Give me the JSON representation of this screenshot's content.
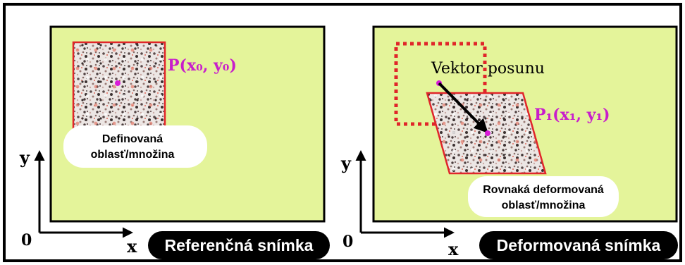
{
  "colors": {
    "background": "#ffffff",
    "frame": "#000000",
    "panel_fill": "#e4f49a",
    "region_outline": "#e0262a",
    "point_marker": "#d81bd8",
    "point_label": "#c81ecb",
    "pill_fill": "#ffffff",
    "caption_fill": "#000000",
    "caption_text": "#ffffff"
  },
  "reference": {
    "point_label": "P(x₀, y₀)",
    "region_label_line1": "Definovaná",
    "region_label_line2": "oblasť/množina",
    "axis_y": "y",
    "axis_x": "x",
    "origin": "0",
    "caption": "Referenčná snímka"
  },
  "deformed": {
    "vector_label": "Vektor posunu",
    "point_label": "P₁(x₁, y₁)",
    "region_label_line1": "Rovnaká deformovaná",
    "region_label_line2": "oblasť/množina",
    "axis_y": "y",
    "axis_x": "x",
    "origin": "0",
    "caption": "Deformovaná snímka"
  }
}
